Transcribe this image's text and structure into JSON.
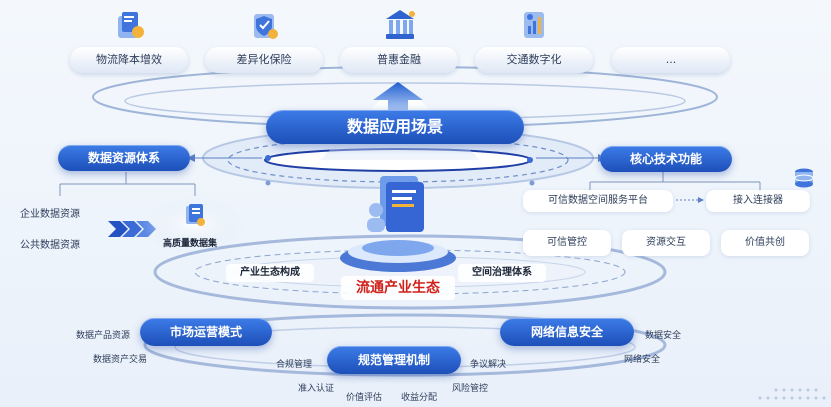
{
  "scenarios": [
    "物流降本增效",
    "差异化保险",
    "普惠金融",
    "交通数字化",
    "..."
  ],
  "center_title": "数据应用场景",
  "left": {
    "title": "数据资源体系",
    "items": [
      "企业数据资源",
      "公共数据资源"
    ],
    "dataset_label": "高质量数据集"
  },
  "right": {
    "title": "核心技术功能",
    "platform": "可信数据空间服务平台",
    "connector": "接入连接器",
    "functions": [
      "可信管控",
      "资源交互",
      "价值共创"
    ]
  },
  "ecosystem": {
    "center": "流通产业生态",
    "left_label": "产业生态构成",
    "right_label": "空间治理体系"
  },
  "bottom": {
    "market": {
      "title": "市场运营模式",
      "items": [
        "数据产品资源",
        "数据资产交易"
      ]
    },
    "governance": {
      "title": "规范管理机制",
      "items": [
        "合规管理",
        "争议解决",
        "准入认证",
        "价值评估",
        "收益分配",
        "风险管控"
      ]
    },
    "security": {
      "title": "网络信息安全",
      "items": [
        "数据安全",
        "网络安全"
      ]
    }
  },
  "colors": {
    "accent_blue": "#1d4fb8",
    "ecosystem_red": "#d0201a"
  }
}
